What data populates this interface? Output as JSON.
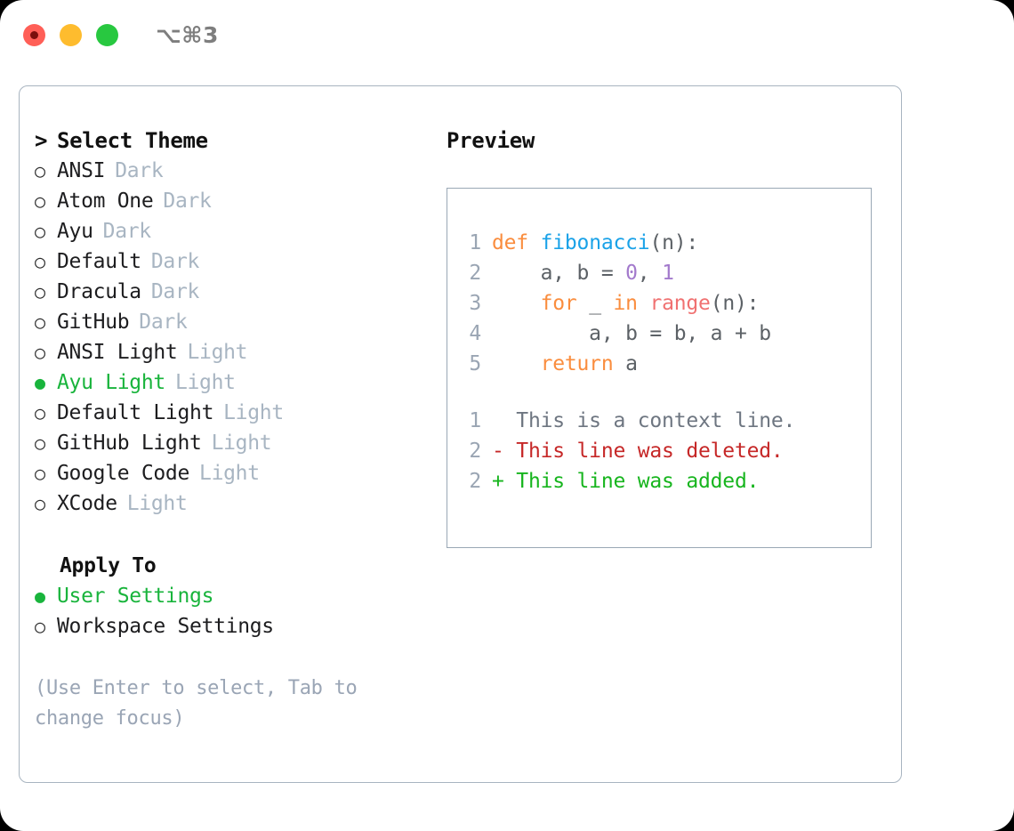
{
  "window": {
    "shortcut_title": "⌥⌘3",
    "traffic_lights": [
      {
        "name": "close",
        "color": "#ff5f57"
      },
      {
        "name": "minimize",
        "color": "#febc2e"
      },
      {
        "name": "maximize",
        "color": "#28c840"
      }
    ]
  },
  "left": {
    "caret": ">",
    "heading": "Select Theme",
    "bullet_empty": "○",
    "bullet_filled": "●",
    "themes": [
      {
        "label": "ANSI",
        "tag": "Dark",
        "selected": false
      },
      {
        "label": "Atom One",
        "tag": "Dark",
        "selected": false
      },
      {
        "label": "Ayu",
        "tag": "Dark",
        "selected": false
      },
      {
        "label": "Default",
        "tag": "Dark",
        "selected": false
      },
      {
        "label": "Dracula",
        "tag": "Dark",
        "selected": false
      },
      {
        "label": "GitHub",
        "tag": "Dark",
        "selected": false
      },
      {
        "label": "ANSI Light",
        "tag": "Light",
        "selected": false
      },
      {
        "label": "Ayu Light",
        "tag": "Light",
        "selected": true
      },
      {
        "label": "Default Light",
        "tag": "Light",
        "selected": false
      },
      {
        "label": "GitHub Light",
        "tag": "Light",
        "selected": false
      },
      {
        "label": "Google Code",
        "tag": "Light",
        "selected": false
      },
      {
        "label": "XCode",
        "tag": "Light",
        "selected": false
      }
    ],
    "apply_to_heading": "Apply To",
    "apply_to": [
      {
        "label": "User Settings",
        "selected": true
      },
      {
        "label": "Workspace Settings",
        "selected": false
      }
    ],
    "hint": "(Use Enter to select, Tab to change focus)"
  },
  "right": {
    "heading": "Preview",
    "code_lines": [
      {
        "no": "1",
        "tokens": [
          {
            "t": "def",
            "c": "kw"
          },
          {
            "t": " ",
            "c": "pl"
          },
          {
            "t": "fibonacci",
            "c": "fn"
          },
          {
            "t": "(n):",
            "c": "pl"
          }
        ]
      },
      {
        "no": "2",
        "tokens": [
          {
            "t": "    a, b = ",
            "c": "pl"
          },
          {
            "t": "0",
            "c": "num"
          },
          {
            "t": ", ",
            "c": "pl"
          },
          {
            "t": "1",
            "c": "num"
          }
        ]
      },
      {
        "no": "3",
        "tokens": [
          {
            "t": "    ",
            "c": "pl"
          },
          {
            "t": "for",
            "c": "kw"
          },
          {
            "t": " _ ",
            "c": "pl"
          },
          {
            "t": "in",
            "c": "kw"
          },
          {
            "t": " ",
            "c": "pl"
          },
          {
            "t": "range",
            "c": "bi"
          },
          {
            "t": "(n):",
            "c": "pl"
          }
        ]
      },
      {
        "no": "4",
        "tokens": [
          {
            "t": "        a, b = b, a + b",
            "c": "pl"
          }
        ]
      },
      {
        "no": "5",
        "tokens": [
          {
            "t": "    ",
            "c": "pl"
          },
          {
            "t": "return",
            "c": "kw"
          },
          {
            "t": " a",
            "c": "pl"
          }
        ]
      }
    ],
    "diff_lines": [
      {
        "no": "1",
        "text": "  This is a context line.",
        "kind": "ctx"
      },
      {
        "no": "2",
        "text": "- This line was deleted.",
        "kind": "del"
      },
      {
        "no": "2",
        "text": "+ This line was added.",
        "kind": "add"
      }
    ]
  },
  "colors": {
    "accent_green": "#19b43c",
    "tag_gray": "#a8b5c2",
    "hint_gray": "#9aa5b5",
    "panel_border": "#a8b4c0",
    "preview_border": "#9aa8b5",
    "kw_orange": "#fa8d3e",
    "fn_blue": "#1aa2e8",
    "num_purple": "#a37acc",
    "builtin_red": "#f07171",
    "diff_del": "#c62828",
    "diff_add": "#17b51e",
    "linenum": "#9aa5b3"
  }
}
